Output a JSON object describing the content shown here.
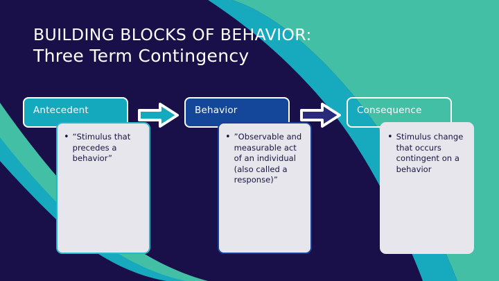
{
  "slide": {
    "background_color": "#1a1049",
    "title_line1": "BUILDING BLOCKS OF BEHAVIOR:",
    "title_line2": "Three Term Contingency"
  },
  "theme": {
    "dark_navy": "#1a1049",
    "teal_accent": "#15a9bd",
    "green_teal": "#43bfa6",
    "blue_accent": "#14479a",
    "panel_fill": "#e6e6ec",
    "text_dark": "#16133f",
    "white": "#ffffff"
  },
  "columns": [
    {
      "header_label": "Antecedent",
      "header_fill": "#15a9bd",
      "panel_border": "#29b7cb",
      "bullet": "•",
      "body_text": "“Stimulus that precedes a behavior”"
    },
    {
      "header_label": "Behavior",
      "header_fill": "#14479a",
      "panel_border": "#18409b",
      "bullet": "•",
      "body_text": "”Observable and measurable act of an individual (also called a response)”"
    },
    {
      "header_label": "Consequence",
      "header_fill": "transparent",
      "panel_border": "transparent",
      "bullet": "•",
      "body_text": "Stimulus change that occurs contingent on a behavior"
    }
  ],
  "arrows": [
    {
      "name": "arrow-antecedent-to-behavior",
      "fill": "#15a9bd",
      "stroke": "#ffffff",
      "direction": "right"
    },
    {
      "name": "arrow-behavior-to-consequence",
      "fill": "#2a2a7a",
      "stroke": "#ffffff",
      "direction": "right"
    }
  ]
}
